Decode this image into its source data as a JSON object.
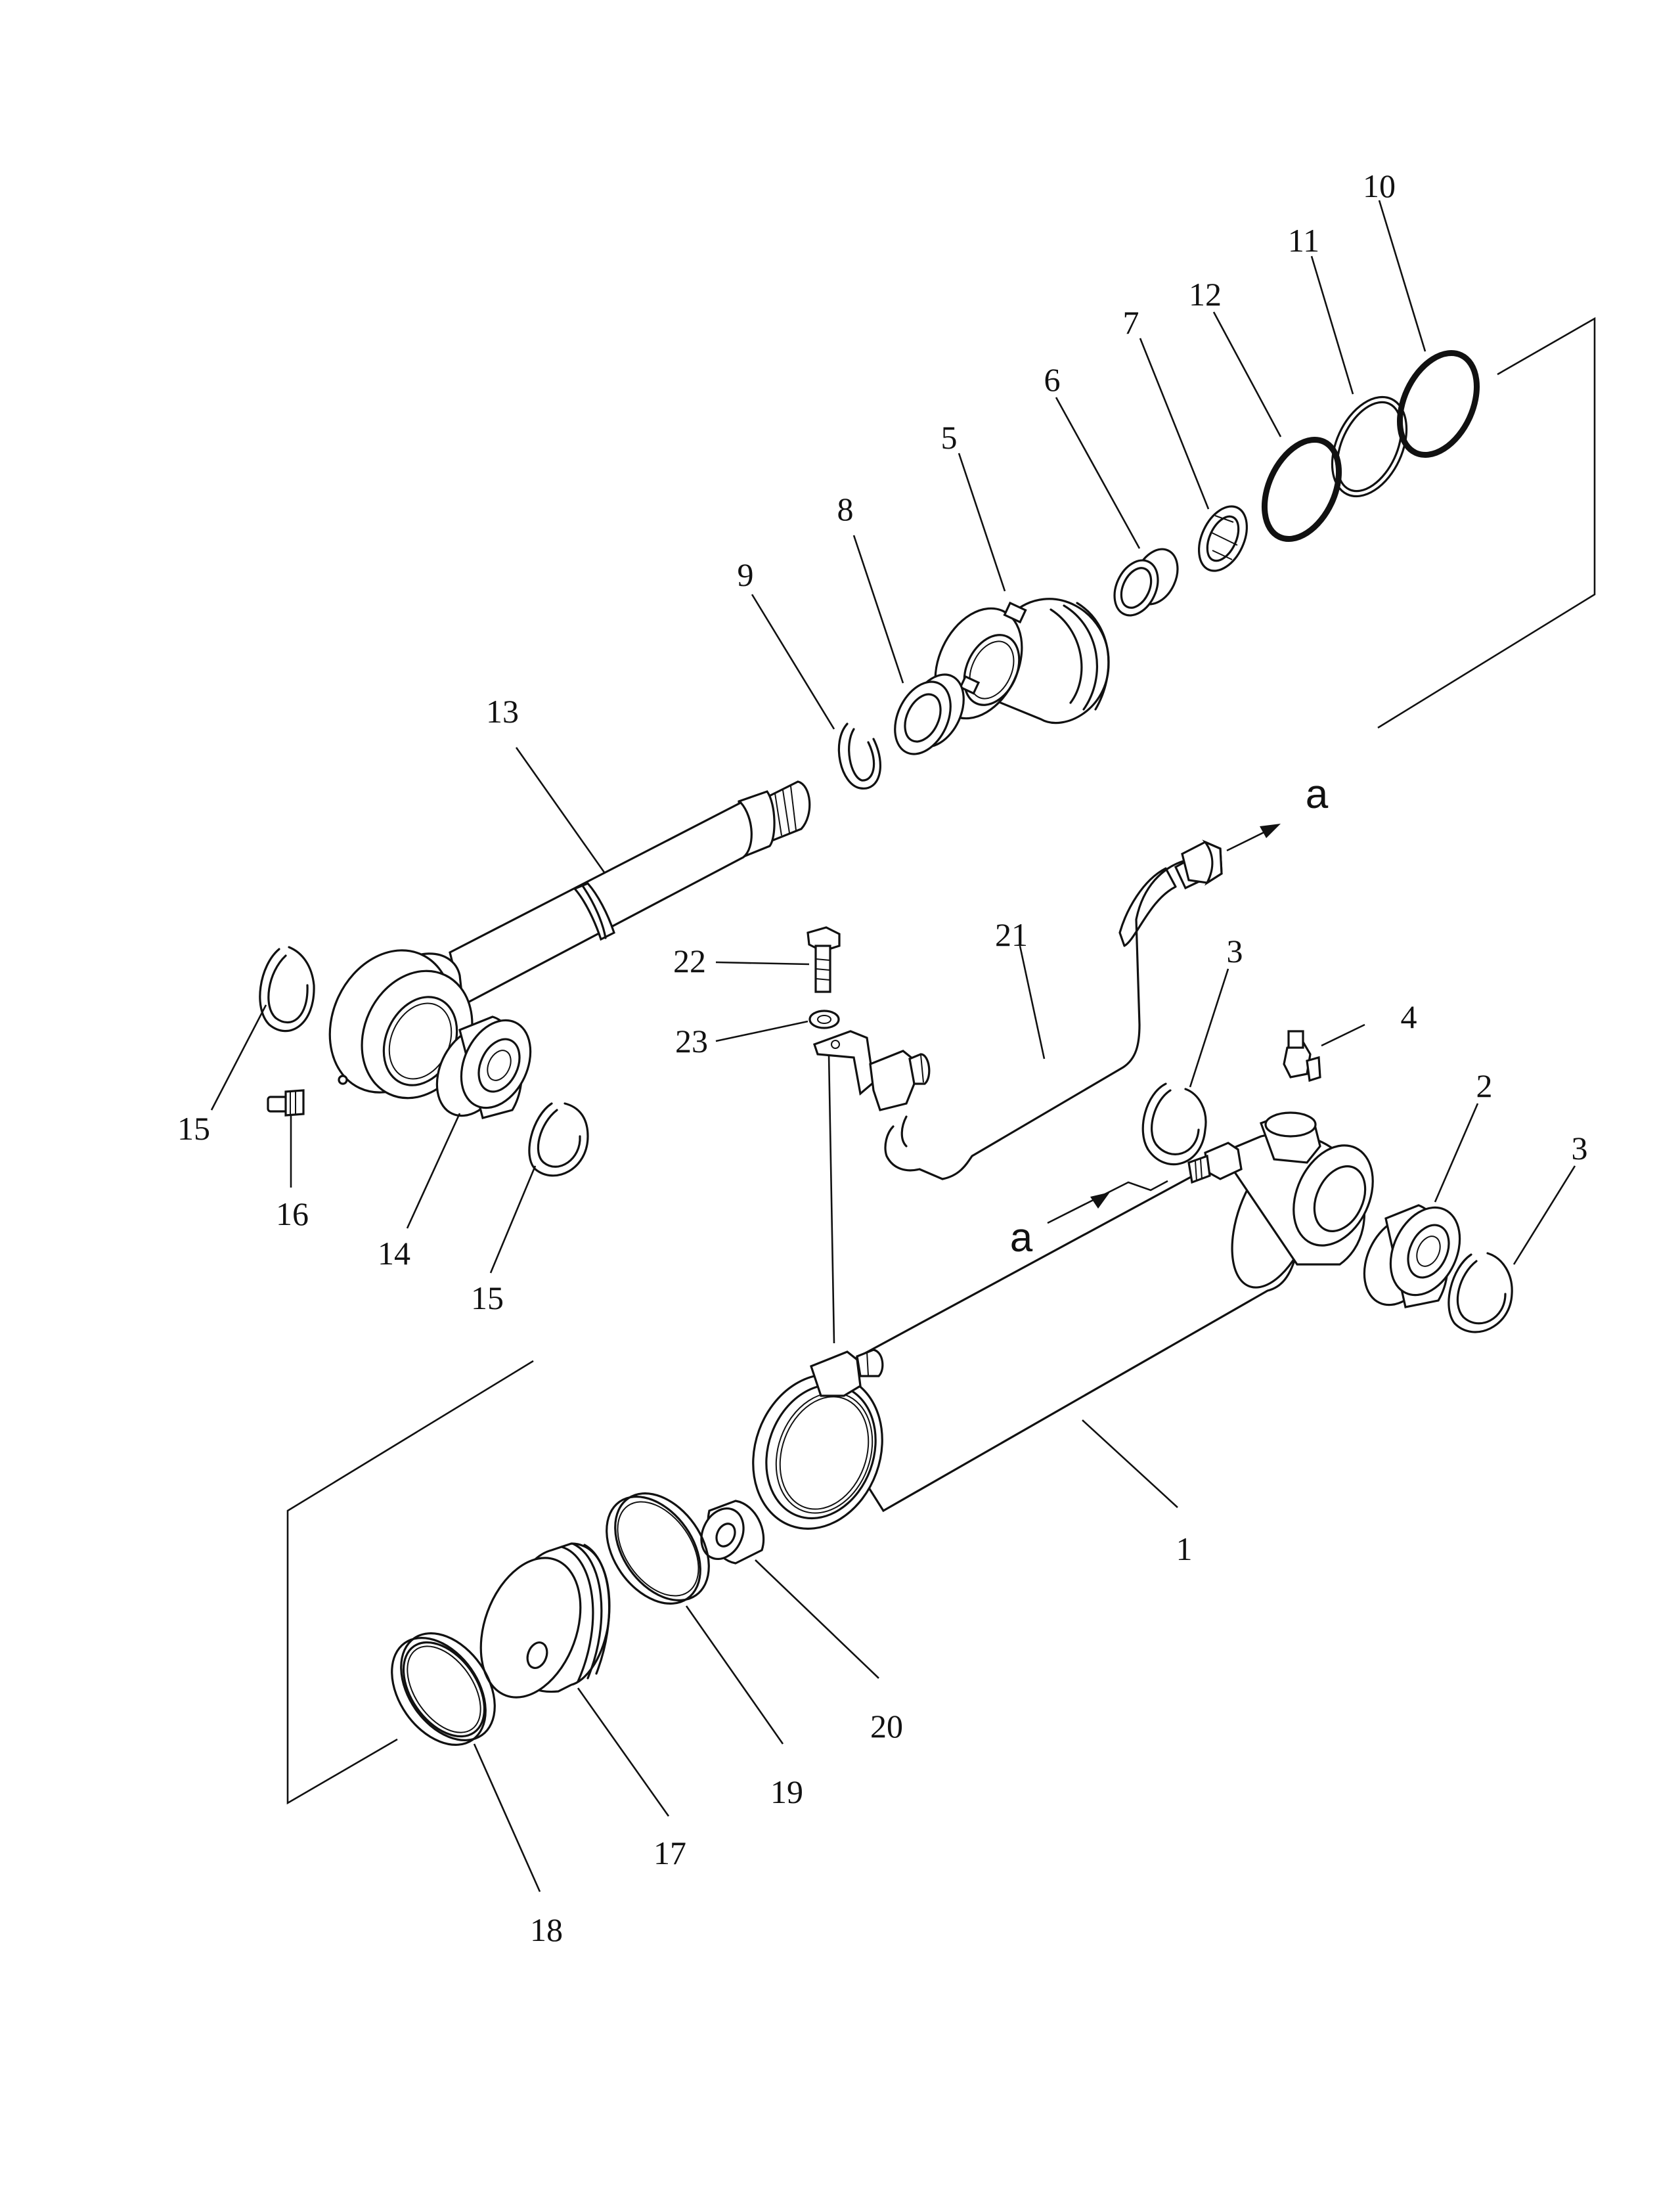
{
  "diagram": {
    "type": "exploded-parts-diagram",
    "callouts": [
      "1",
      "2",
      "3",
      "3",
      "4",
      "5",
      "6",
      "7",
      "8",
      "9",
      "10",
      "11",
      "12",
      "13",
      "14",
      "15",
      "15",
      "16",
      "17",
      "18",
      "19",
      "20",
      "21",
      "22",
      "23"
    ],
    "view_ref_top": "a",
    "view_ref_bottom": "a"
  }
}
